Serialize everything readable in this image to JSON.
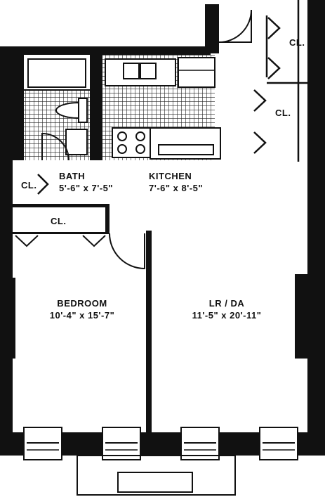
{
  "plan": {
    "rooms": [
      {
        "name": "BATH",
        "dimensions": "5'-6\" x 7'-5\""
      },
      {
        "name": "KITCHEN",
        "dimensions": "7'-6\" x 8'-5\""
      },
      {
        "name": "BEDROOM",
        "dimensions": "10'-4\" x 15'-7\""
      },
      {
        "name": "LR / DA",
        "dimensions": "11'-5\" x 20'-11\""
      }
    ],
    "closets": [
      "CL.",
      "CL.",
      "CL.",
      "CL."
    ]
  }
}
